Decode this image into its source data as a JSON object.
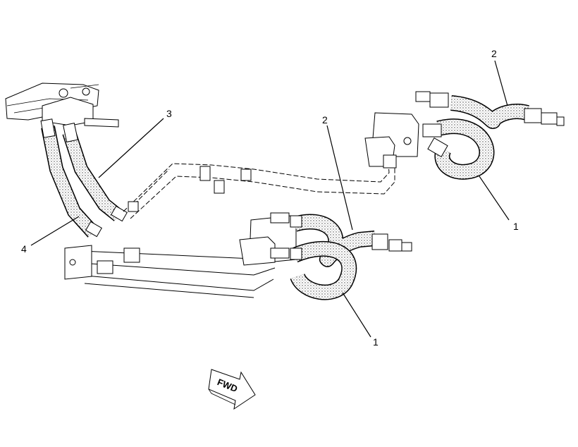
{
  "callouts": {
    "c1_lower": "1",
    "c1_upper": "1",
    "c2_lower": "2",
    "c2_upper": "2",
    "c3": "3",
    "c4": "4"
  },
  "fwd_arrow": {
    "label": "FWD"
  },
  "colors": {
    "line": "#000000",
    "background": "#ffffff"
  }
}
